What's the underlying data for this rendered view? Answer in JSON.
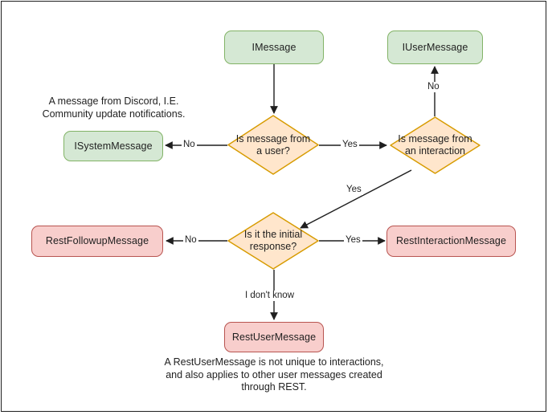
{
  "diagram": {
    "title": "Discord message type decision flowchart",
    "background": "#ffffff",
    "frame_color": "#1f1f1f",
    "palette": {
      "green_fill": "#d5e8d4",
      "green_stroke": "#82b366",
      "red_fill": "#f8cecc",
      "red_stroke": "#b85450",
      "orange_fill": "#ffe6cc",
      "orange_stroke": "#d79b00",
      "edge_stroke": "#1f1f1f",
      "text": "#1f1f1f"
    }
  },
  "nodes": {
    "imessage": {
      "label": "IMessage",
      "shape": "rounded-rect",
      "color": "green"
    },
    "iusermessage": {
      "label": "IUserMessage",
      "shape": "rounded-rect",
      "color": "green"
    },
    "isystemmessage": {
      "label": "ISystemMessage",
      "shape": "rounded-rect",
      "color": "green"
    },
    "restfollowupmessage": {
      "label": "RestFollowupMessage",
      "shape": "rounded-rect",
      "color": "red"
    },
    "restinteractionmessage": {
      "label": "RestInteractionMessage",
      "shape": "rounded-rect",
      "color": "red"
    },
    "restusermessage": {
      "label": "RestUserMessage",
      "shape": "rounded-rect",
      "color": "red"
    },
    "decision_from_user": {
      "label": "Is message from\na user?",
      "shape": "diamond",
      "color": "orange"
    },
    "decision_from_interaction": {
      "label": "Is message from\nan interaction",
      "shape": "diamond",
      "color": "orange"
    },
    "decision_initial_response": {
      "label": "Is it the initial\nresponse?",
      "shape": "diamond",
      "color": "orange"
    }
  },
  "edge_labels": {
    "user_no": "No",
    "user_yes": "Yes",
    "interaction_no": "No",
    "interaction_yes": "Yes",
    "initial_no": "No",
    "initial_yes": "Yes",
    "initial_unknown": "I don't know"
  },
  "notes": {
    "system_message_note": "A message from Discord, I.E.\nCommunity update notifications.",
    "rest_user_message_note": "A RestUserMessage is not unique to interactions,\nand also applies to other user messages created\nthrough REST."
  }
}
